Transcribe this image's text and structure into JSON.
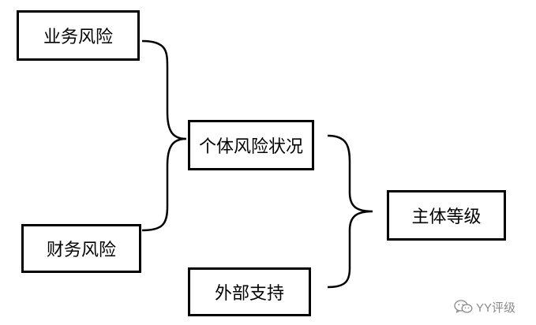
{
  "diagram": {
    "nodes": {
      "business_risk": "业务风险",
      "financial_risk": "财务风险",
      "individual_risk_status": "个体风险状况",
      "external_support": "外部支持",
      "entity_rating": "主体等级"
    },
    "edges": [
      {
        "from": [
          "business_risk",
          "financial_risk"
        ],
        "to": "individual_risk_status"
      },
      {
        "from": [
          "individual_risk_status",
          "external_support"
        ],
        "to": "entity_rating"
      }
    ]
  },
  "watermark": {
    "text": "YY评级",
    "icon": "wechat-icon"
  },
  "colors": {
    "line": "#000000",
    "box_border": "#000000",
    "watermark": "#8a8a8a"
  }
}
